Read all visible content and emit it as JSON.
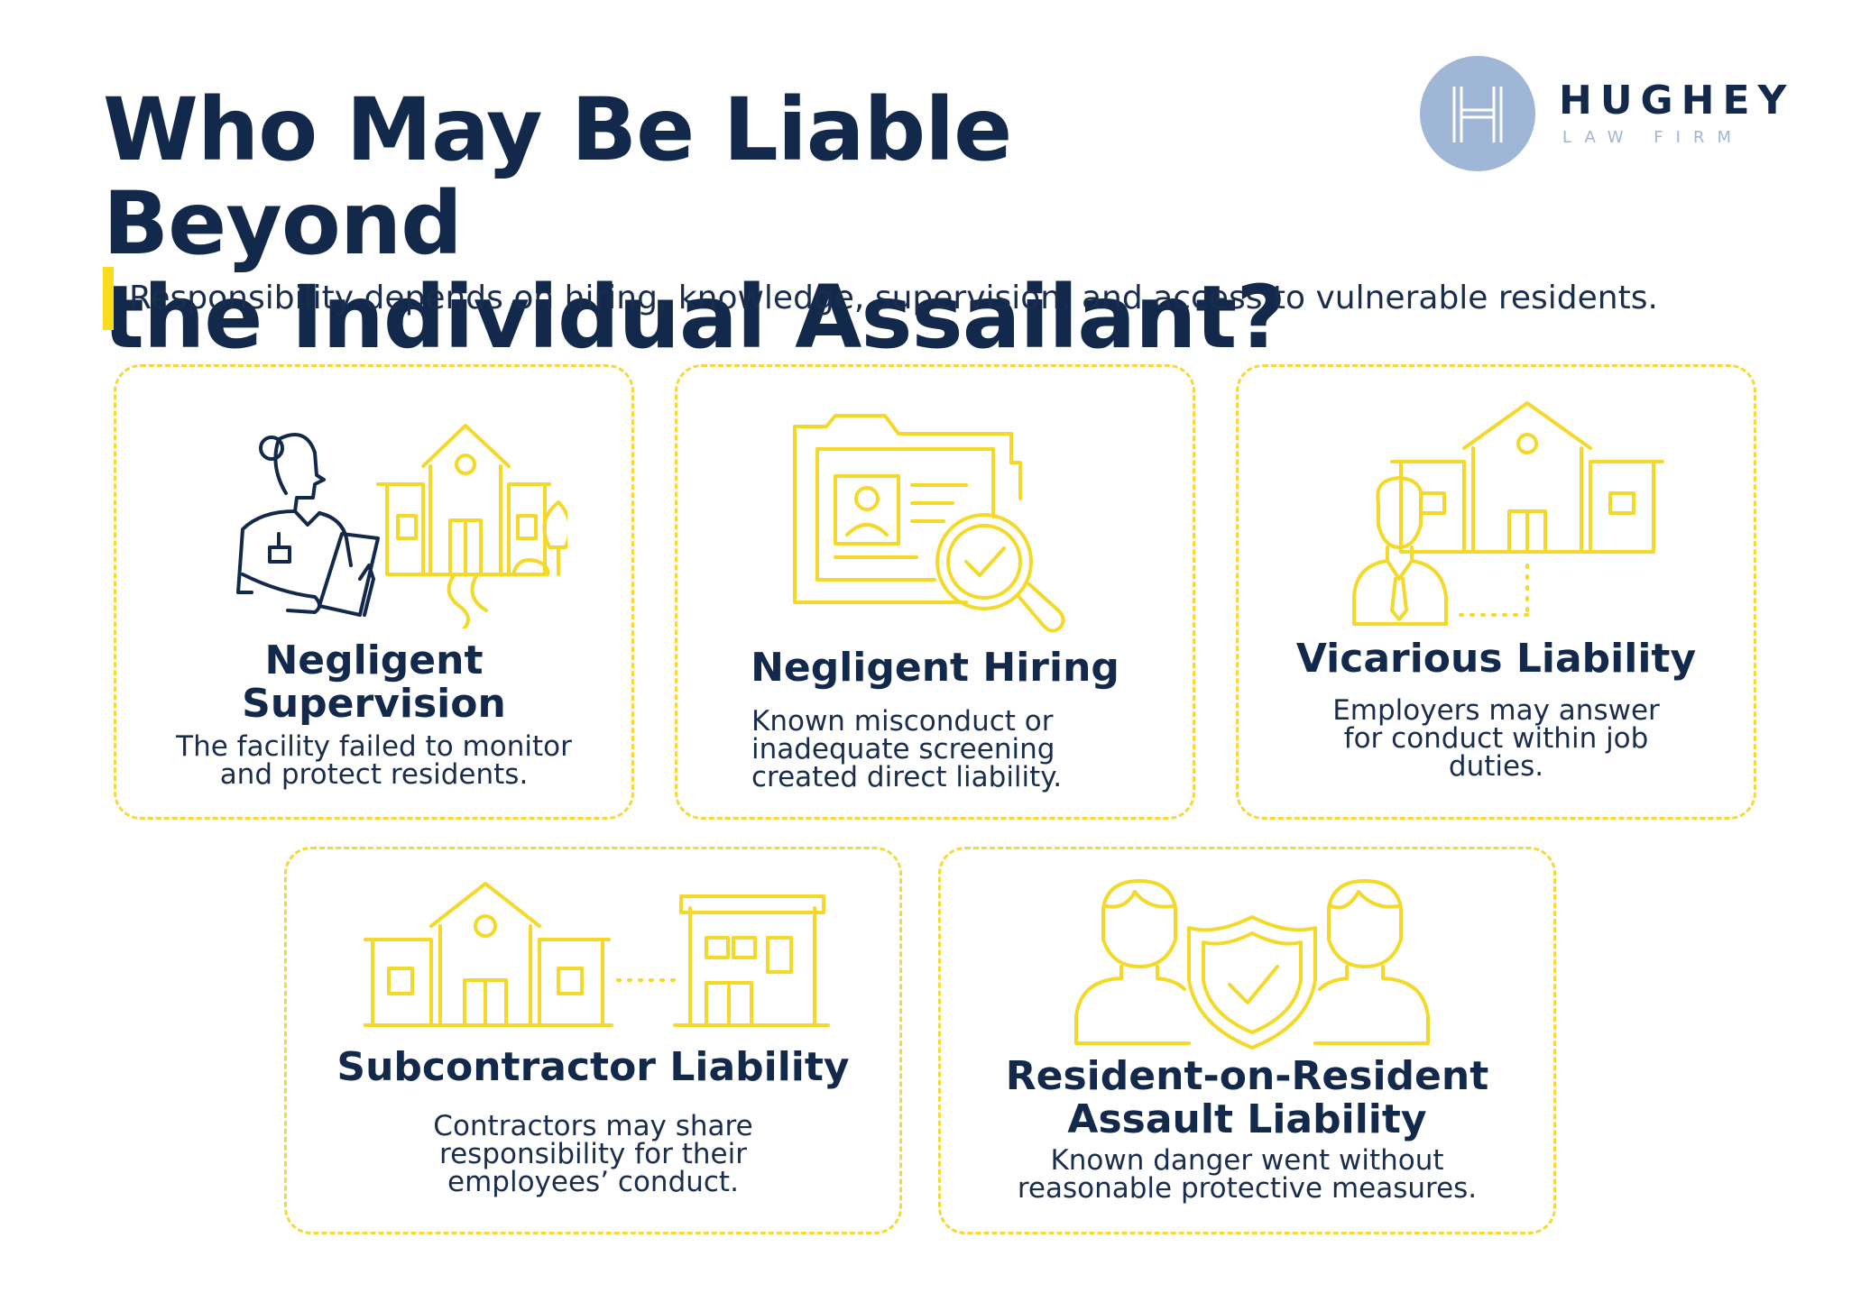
{
  "header": {
    "title_line1": "Who May Be Liable Beyond",
    "title_line2": "the Individual Assailant?",
    "subtitle": "Responsibility depends on hiring, knowledge, supervision, and access to vulnerable residents."
  },
  "logo": {
    "name": "HUGHEY",
    "sub": "LAW FIRM"
  },
  "colors": {
    "navy": "#13294b",
    "yellow": "#f5d928",
    "logo_blue": "#9fb6d6"
  },
  "cards": [
    {
      "title_line1": "Negligent",
      "title_line2": "Supervision",
      "desc_line1": "The facility failed to monitor",
      "desc_line2": "and protect residents.",
      "icon": "caregiver-facility-icon"
    },
    {
      "title_line1": "Negligent Hiring",
      "desc_line1": "Known misconduct or",
      "desc_line2": "inadequate screening",
      "desc_line3": "created direct liability.",
      "icon": "background-check-icon"
    },
    {
      "title_line1": "Vicarious Liability",
      "desc_line1": "Employers may answer",
      "desc_line2": "for conduct within job",
      "desc_line3": "duties.",
      "icon": "employee-employer-icon"
    },
    {
      "title_line1": "Subcontractor Liability",
      "desc_line1": "Contractors may share",
      "desc_line2": "responsibility for their",
      "desc_line3": "employees’ conduct.",
      "icon": "facility-contractor-icon"
    },
    {
      "title_line1": "Resident-on-Resident",
      "title_line2": "Assault Liability",
      "desc_line1": "Known danger went without",
      "desc_line2": "reasonable protective measures.",
      "icon": "residents-shield-icon"
    }
  ]
}
